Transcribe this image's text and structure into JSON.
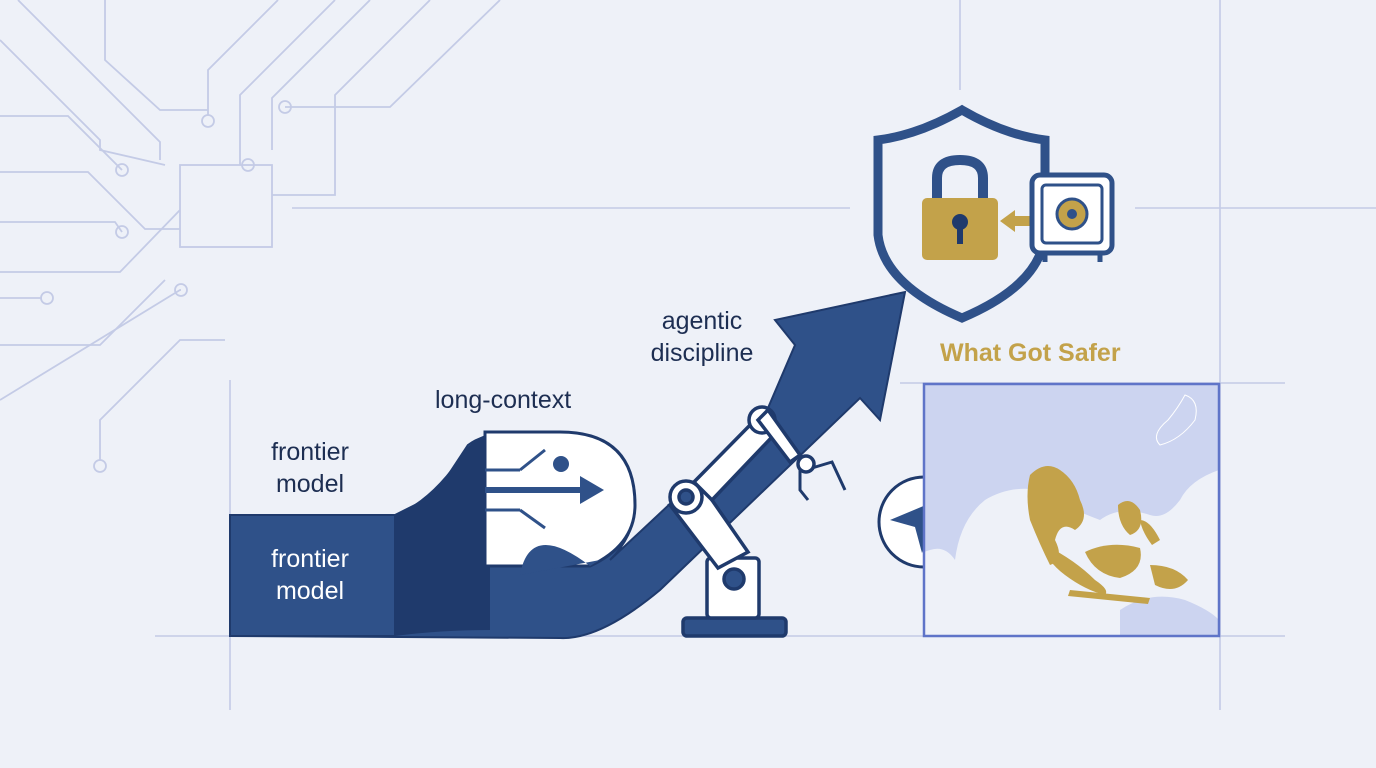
{
  "labels": {
    "frontier_model_outside": [
      "frontier",
      "model"
    ],
    "frontier_model_box": [
      "frontier",
      "model"
    ],
    "long_context": "long-context",
    "agentic_discipline": [
      "agentic",
      "discipline"
    ],
    "what_got_safer": "What Got Safer"
  },
  "icons": [
    "circuit-board-icon",
    "flow-arrow-icon",
    "robot-arm-icon",
    "shield-icon",
    "padlock-icon",
    "safe-icon",
    "navigation-compass-icon",
    "map-icon"
  ],
  "colors": {
    "navy": "#2f5189",
    "dark_navy": "#1f3a6c",
    "gold": "#c3a24a",
    "background": "#eef1f8",
    "circuit_line": "#c4cbe6",
    "map_land": "#ccd4f0",
    "map_frame": "#5f74c8"
  }
}
